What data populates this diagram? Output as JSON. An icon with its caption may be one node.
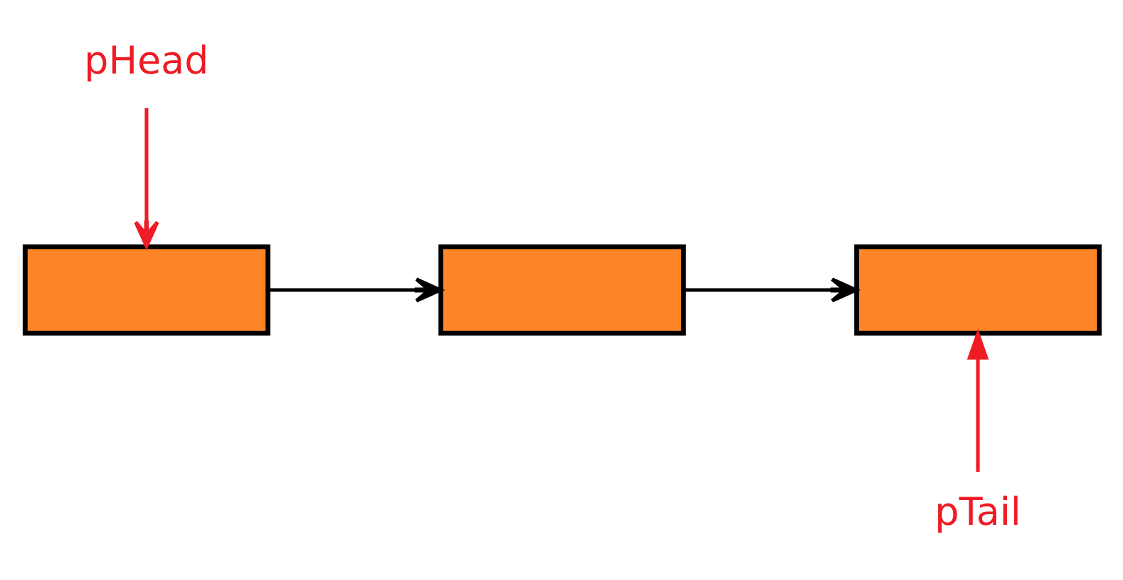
{
  "diagram": {
    "nodes": [
      {
        "text": [
          "pHead"
        ]
      },
      {
        "text": [],
        "shape": "box"
      },
      {
        "text": [],
        "shape": "box"
      },
      {
        "text": [],
        "shape": "box"
      },
      {
        "text": [
          "pTail"
        ]
      }
    ],
    "edges": [
      {
        "from": 0,
        "to": 1,
        "arrow": "to",
        "color": "#ee1c24"
      },
      {
        "from": 1,
        "to": 2,
        "arrow": "to",
        "color": "#000000"
      },
      {
        "from": 2,
        "to": 3,
        "arrow": "to",
        "color": "#000000"
      },
      {
        "from": 4,
        "to": 3,
        "arrow": "to",
        "color": "#ee1c24"
      }
    ]
  }
}
